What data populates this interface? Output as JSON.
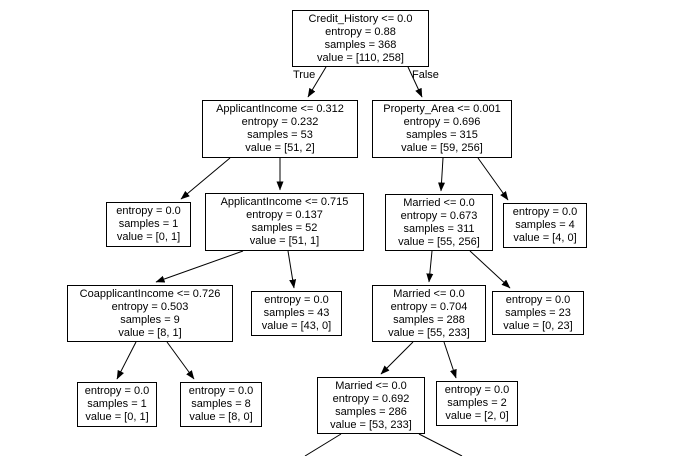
{
  "diagram": {
    "type": "decision-tree",
    "colors": {
      "background": "#ffffff",
      "node_fill": "#ffffff",
      "node_border": "#000000",
      "edge": "#000000",
      "text": "#000000"
    },
    "edge_labels": {
      "true": "True",
      "false": "False"
    },
    "nodes": [
      {
        "condition": "Credit_History <= 0.0",
        "entropy": "entropy = 0.88",
        "samples": "samples = 368",
        "value": "value = [110, 258]"
      },
      {
        "condition": "ApplicantIncome <= 0.312",
        "entropy": "entropy = 0.232",
        "samples": "samples = 53",
        "value": "value = [51, 2]"
      },
      {
        "condition": "Property_Area <= 0.001",
        "entropy": "entropy = 0.696",
        "samples": "samples = 315",
        "value": "value = [59, 256]"
      },
      {
        "entropy": "entropy = 0.0",
        "samples": "samples = 1",
        "value": "value = [0, 1]"
      },
      {
        "condition": "ApplicantIncome <= 0.715",
        "entropy": "entropy = 0.137",
        "samples": "samples = 52",
        "value": "value = [51, 1]"
      },
      {
        "condition": "Married <= 0.0",
        "entropy": "entropy = 0.673",
        "samples": "samples = 311",
        "value": "value = [55, 256]"
      },
      {
        "entropy": "entropy = 0.0",
        "samples": "samples = 4",
        "value": "value = [4, 0]"
      },
      {
        "condition": "CoapplicantIncome <= 0.726",
        "entropy": "entropy = 0.503",
        "samples": "samples = 9",
        "value": "value = [8, 1]"
      },
      {
        "entropy": "entropy = 0.0",
        "samples": "samples = 43",
        "value": "value = [43, 0]"
      },
      {
        "condition": "Married <= 0.0",
        "entropy": "entropy = 0.704",
        "samples": "samples = 288",
        "value": "value = [55, 233]"
      },
      {
        "entropy": "entropy = 0.0",
        "samples": "samples = 23",
        "value": "value = [0, 23]"
      },
      {
        "entropy": "entropy = 0.0",
        "samples": "samples = 1",
        "value": "value = [0, 1]"
      },
      {
        "entropy": "entropy = 0.0",
        "samples": "samples = 8",
        "value": "value = [8, 0]"
      },
      {
        "condition": "Married <= 0.0",
        "entropy": "entropy = 0.692",
        "samples": "samples = 286",
        "value": "value = [53, 233]"
      },
      {
        "entropy": "entropy = 0.0",
        "samples": "samples = 2",
        "value": "value = [2, 0]"
      }
    ],
    "edges": [
      {
        "parent": 0,
        "child": 1,
        "label": "True"
      },
      {
        "parent": 0,
        "child": 2,
        "label": "False"
      },
      {
        "parent": 1,
        "child": 3
      },
      {
        "parent": 1,
        "child": 4
      },
      {
        "parent": 2,
        "child": 5
      },
      {
        "parent": 2,
        "child": 6
      },
      {
        "parent": 4,
        "child": 7
      },
      {
        "parent": 4,
        "child": 8
      },
      {
        "parent": 5,
        "child": 9
      },
      {
        "parent": 5,
        "child": 10
      },
      {
        "parent": 7,
        "child": 11
      },
      {
        "parent": 7,
        "child": 12
      },
      {
        "parent": 9,
        "child": 13
      },
      {
        "parent": 9,
        "child": 14
      },
      {
        "parent": 13,
        "child": "offscreen-bottom-left"
      },
      {
        "parent": 13,
        "child": "offscreen-bottom-right"
      }
    ]
  }
}
